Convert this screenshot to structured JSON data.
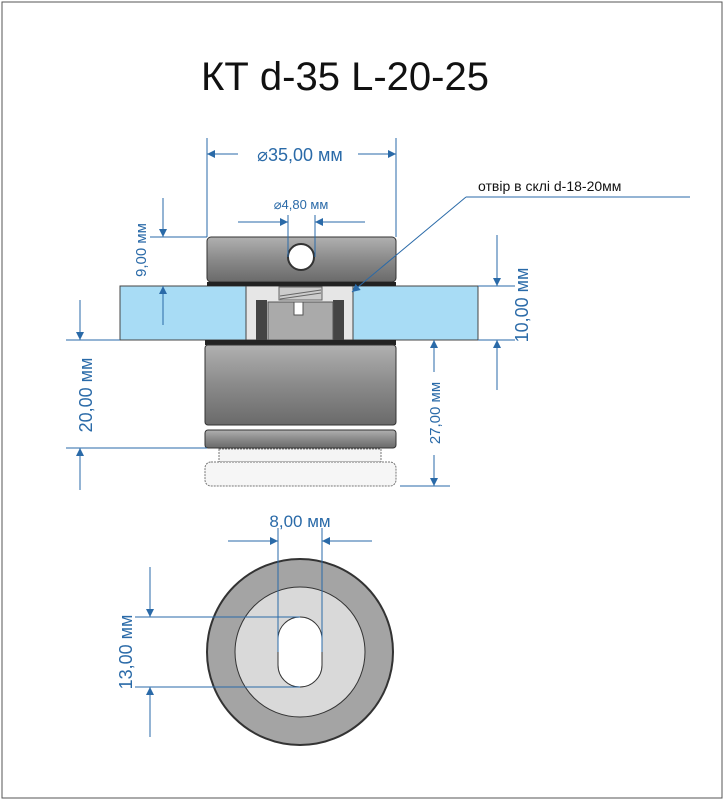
{
  "title": "КТ d-35 L-20-25",
  "dimensions": {
    "outer_diameter": "⌀35,00 мм",
    "hole_diameter": "⌀4,80 мм",
    "top_height": "9,00 мм",
    "glass_thickness": "10,00 мм",
    "lower_height": "20,00 мм",
    "total_lower": "27,00 мм",
    "slot_width": "8,00 мм",
    "slot_length": "13,00 мм"
  },
  "annotation": "отвір в склі d-18-20мм",
  "colors": {
    "dimension": "#2a6aa8",
    "glass": "#a8dcf5",
    "body": "#8e8e8e"
  }
}
